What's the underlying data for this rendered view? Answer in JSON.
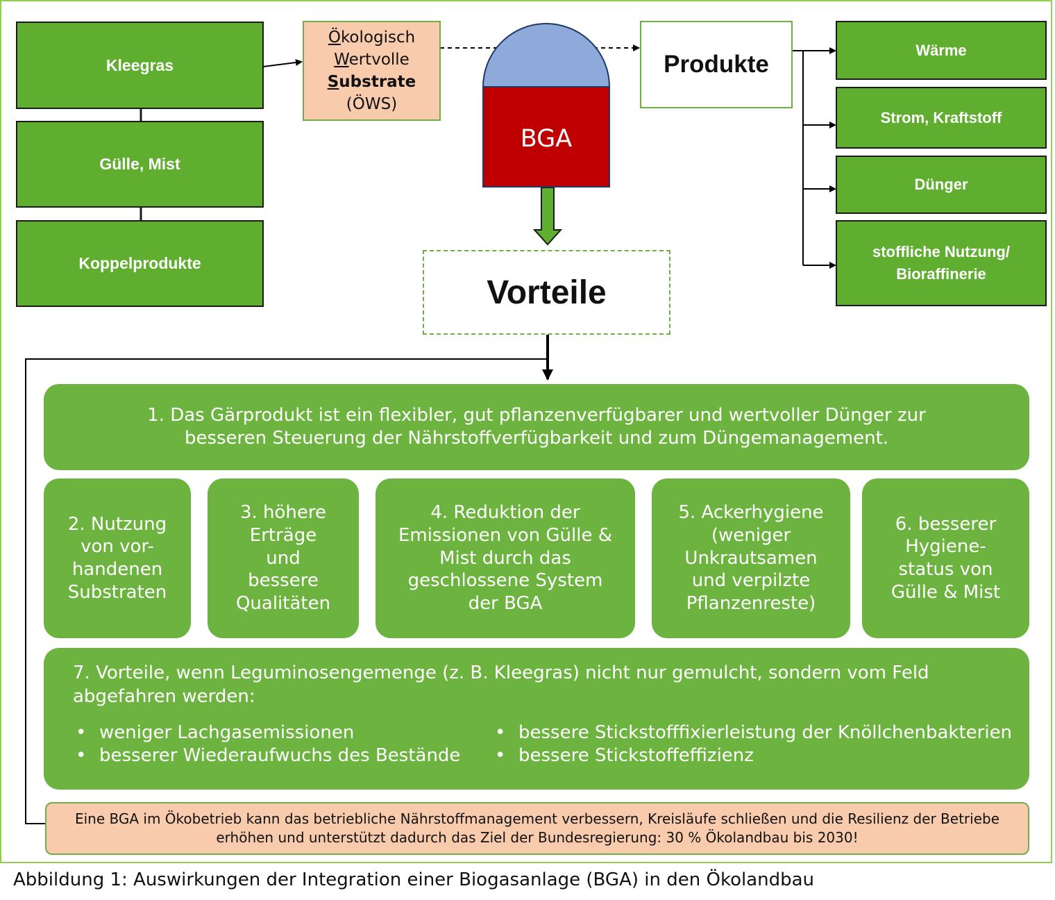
{
  "inputs": [
    "Kleegras",
    "Gülle, Mist",
    "Koppelprodukte"
  ],
  "substrate": {
    "line1_first": "Ö",
    "line1_rest": "kologisch",
    "line2_first": "W",
    "line2_rest": "ertvolle",
    "line3_first": "S",
    "line3_rest": "ubstrate",
    "line4": "(ÖWS)"
  },
  "plant_label": "BGA",
  "products_title": "Produkte",
  "products": [
    "Wärme",
    "Strom, Kraftstoff",
    "Dünger",
    "stoffliche Nutzung/ Bioraffinerie"
  ],
  "benefits_title": "Vorteile",
  "benefits": {
    "b1": "1. Das Gärprodukt ist ein flexibler, gut pflanzenverfügbarer und wertvoller Dünger zur besseren Steuerung der Nährstoffverfügbarkeit und zum Düngemanagement.",
    "b2": "2. Nutzung von vor-handenen Substraten",
    "b3": "3. höhere Erträge und bessere Qualitäten",
    "b4": "4. Reduktion der Emissionen von Gülle & Mist durch das geschlossene System der BGA",
    "b5": "5. Ackerhygiene (weniger Unkrautsamen und verpilzte Pflanzenreste)",
    "b6": "6. besserer Hygiene-status von Gülle & Mist",
    "b7_intro": "7. Vorteile, wenn Leguminosengemenge (z. B. Kleegras) nicht nur gemulcht, sondern vom Feld abgefahren werden:",
    "b7_left": [
      "weniger Lachgasemissionen",
      "besserer Wiederaufwuchs des Bestände"
    ],
    "b7_right": [
      "bessere Stickstofffixierleistung der Knöllchenbakterien",
      "bessere Stickstoffeffizienz"
    ]
  },
  "conclusion": "Eine BGA im Ökobetrieb kann das betriebliche Nährstoffmanagement verbessern, Kreisläufe schließen und die Resilienz der Betriebe erhöhen und unterstützt dadurch das Ziel der Bundesregierung: 30 % Ökolandbau bis 2030!",
  "caption": "Abbildung 1: Auswirkungen der Integration einer Biogasanlage (BGA) in den Ökolandbau",
  "colors": {
    "dark_green": "#5fae2f",
    "light_green": "#6db33f",
    "frame_green": "#8fd14f",
    "peach": "#f8cbad",
    "dome_blue": "#8eaadb",
    "tank_red": "#c00000"
  }
}
